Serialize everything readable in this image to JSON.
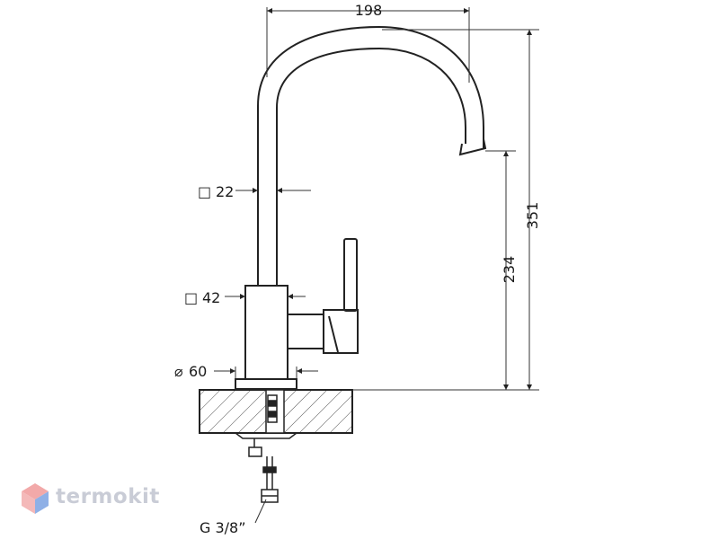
{
  "dimensions": {
    "spout_reach": "198",
    "total_height": "351",
    "spout_height": "234",
    "tube_section": "22",
    "body_section": "42",
    "base_diameter": "60",
    "connection_thread": "G 3/8”"
  },
  "symbols": {
    "square": "□",
    "diameter": "⌀"
  },
  "brand": {
    "name": "termokit",
    "colors": {
      "logo_red": "#f2a9a9",
      "logo_blue": "#8fb0e6",
      "logo_text": "#c9ccd6"
    }
  }
}
